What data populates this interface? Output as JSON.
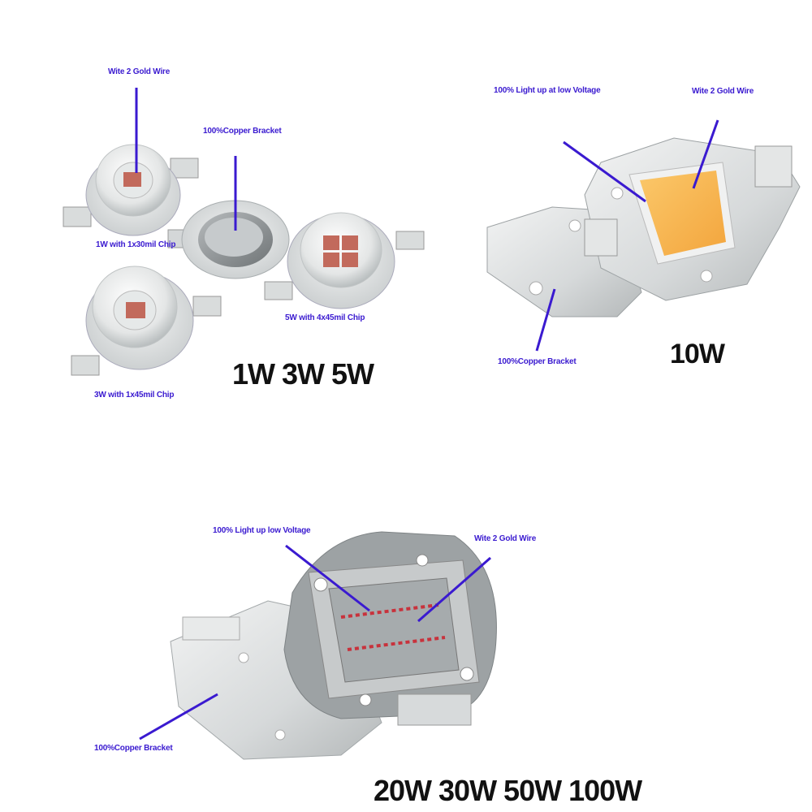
{
  "colors": {
    "label": "#3a1ad0",
    "heading": "#111111",
    "leader_line": "#3a1ad0",
    "chip_red": "#c26a5c",
    "chip_warm": "#f7b454",
    "bar_red": "#c8323c"
  },
  "panel_small": {
    "label_wire": "Wite 2 Gold Wire",
    "label_bracket": "100%Copper Bracket",
    "label_1w": "1W with 1x30mil Chip",
    "label_3w": "3W with 1x45mil Chip",
    "label_5w": "5W with 4x45mil Chip",
    "heading": "1W 3W 5W"
  },
  "panel_10w": {
    "label_light": "100% Light up at low Voltage",
    "label_wire": "Wite 2 Gold Wire",
    "label_bracket": "100%Copper Bracket",
    "heading": "10W"
  },
  "panel_high": {
    "label_light": "100% Light up low Voltage",
    "label_wire": "Wite 2 Gold Wire",
    "label_bracket": "100%Copper Bracket",
    "heading": "20W 30W 50W 100W"
  }
}
